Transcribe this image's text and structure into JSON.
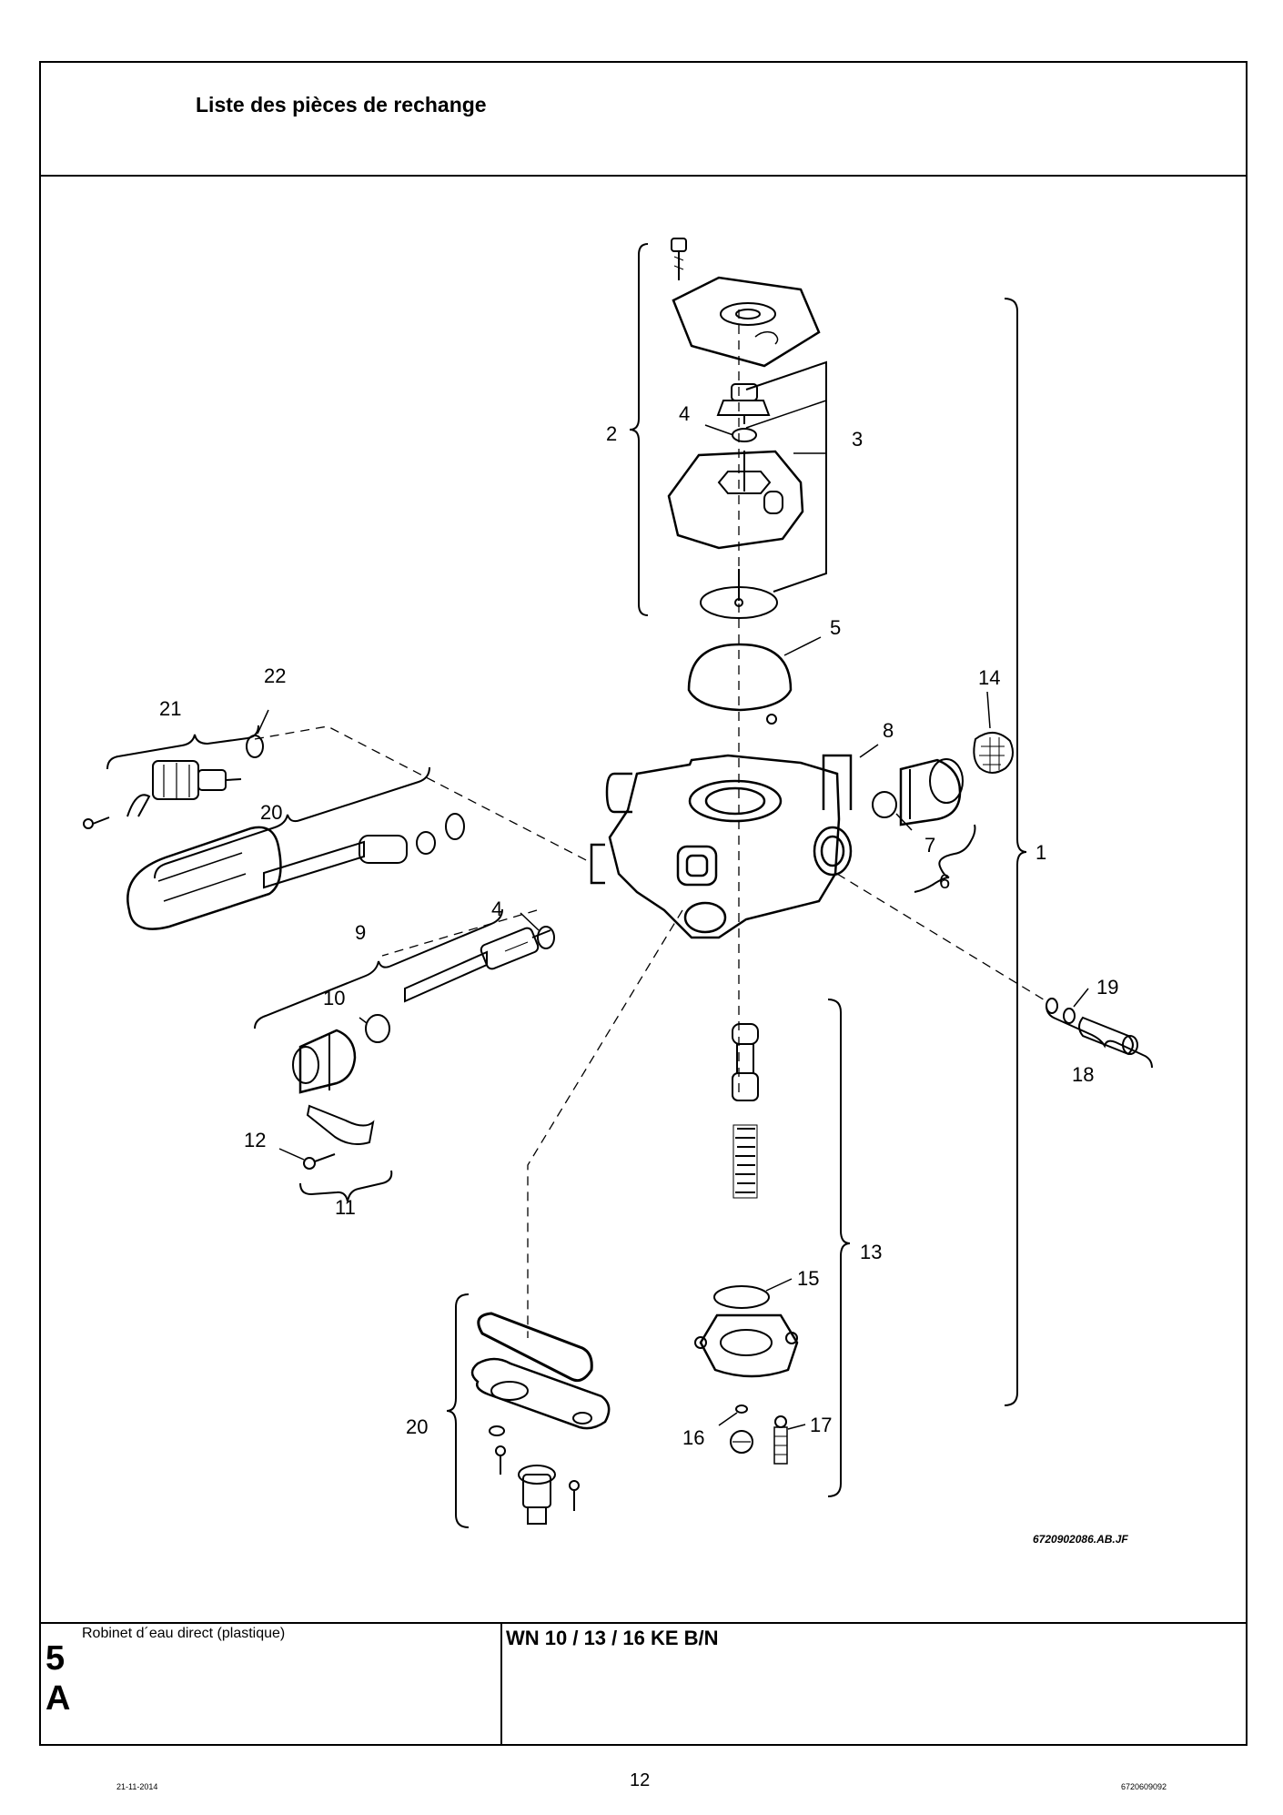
{
  "header": {
    "title": "Liste des pièces de rechange"
  },
  "diagram": {
    "reference": "6720902086.AB.JF",
    "callouts": [
      {
        "id": "c1",
        "text": "1"
      },
      {
        "id": "c2",
        "text": "2"
      },
      {
        "id": "c3",
        "text": "3"
      },
      {
        "id": "c4a",
        "text": "4"
      },
      {
        "id": "c4b",
        "text": "4"
      },
      {
        "id": "c5",
        "text": "5"
      },
      {
        "id": "c6",
        "text": "6"
      },
      {
        "id": "c7",
        "text": "7"
      },
      {
        "id": "c8",
        "text": "8"
      },
      {
        "id": "c9",
        "text": "9"
      },
      {
        "id": "c10",
        "text": "10"
      },
      {
        "id": "c11",
        "text": "11"
      },
      {
        "id": "c12",
        "text": "12"
      },
      {
        "id": "c13",
        "text": "13"
      },
      {
        "id": "c14",
        "text": "14"
      },
      {
        "id": "c15",
        "text": "15"
      },
      {
        "id": "c16",
        "text": "16"
      },
      {
        "id": "c17",
        "text": "17"
      },
      {
        "id": "c18",
        "text": "18"
      },
      {
        "id": "c19",
        "text": "19"
      },
      {
        "id": "c20a",
        "text": "20"
      },
      {
        "id": "c20b",
        "text": "20"
      },
      {
        "id": "c21",
        "text": "21"
      },
      {
        "id": "c22",
        "text": "22"
      }
    ]
  },
  "footer": {
    "caption": "Robinet d´eau direct (plastique)",
    "section_number": "5",
    "section_letter": "A",
    "model": "WN 10 / 13 / 16 KE B/N",
    "date": "21-11-2014",
    "page_number": "12",
    "doc_number": "6720609092"
  }
}
